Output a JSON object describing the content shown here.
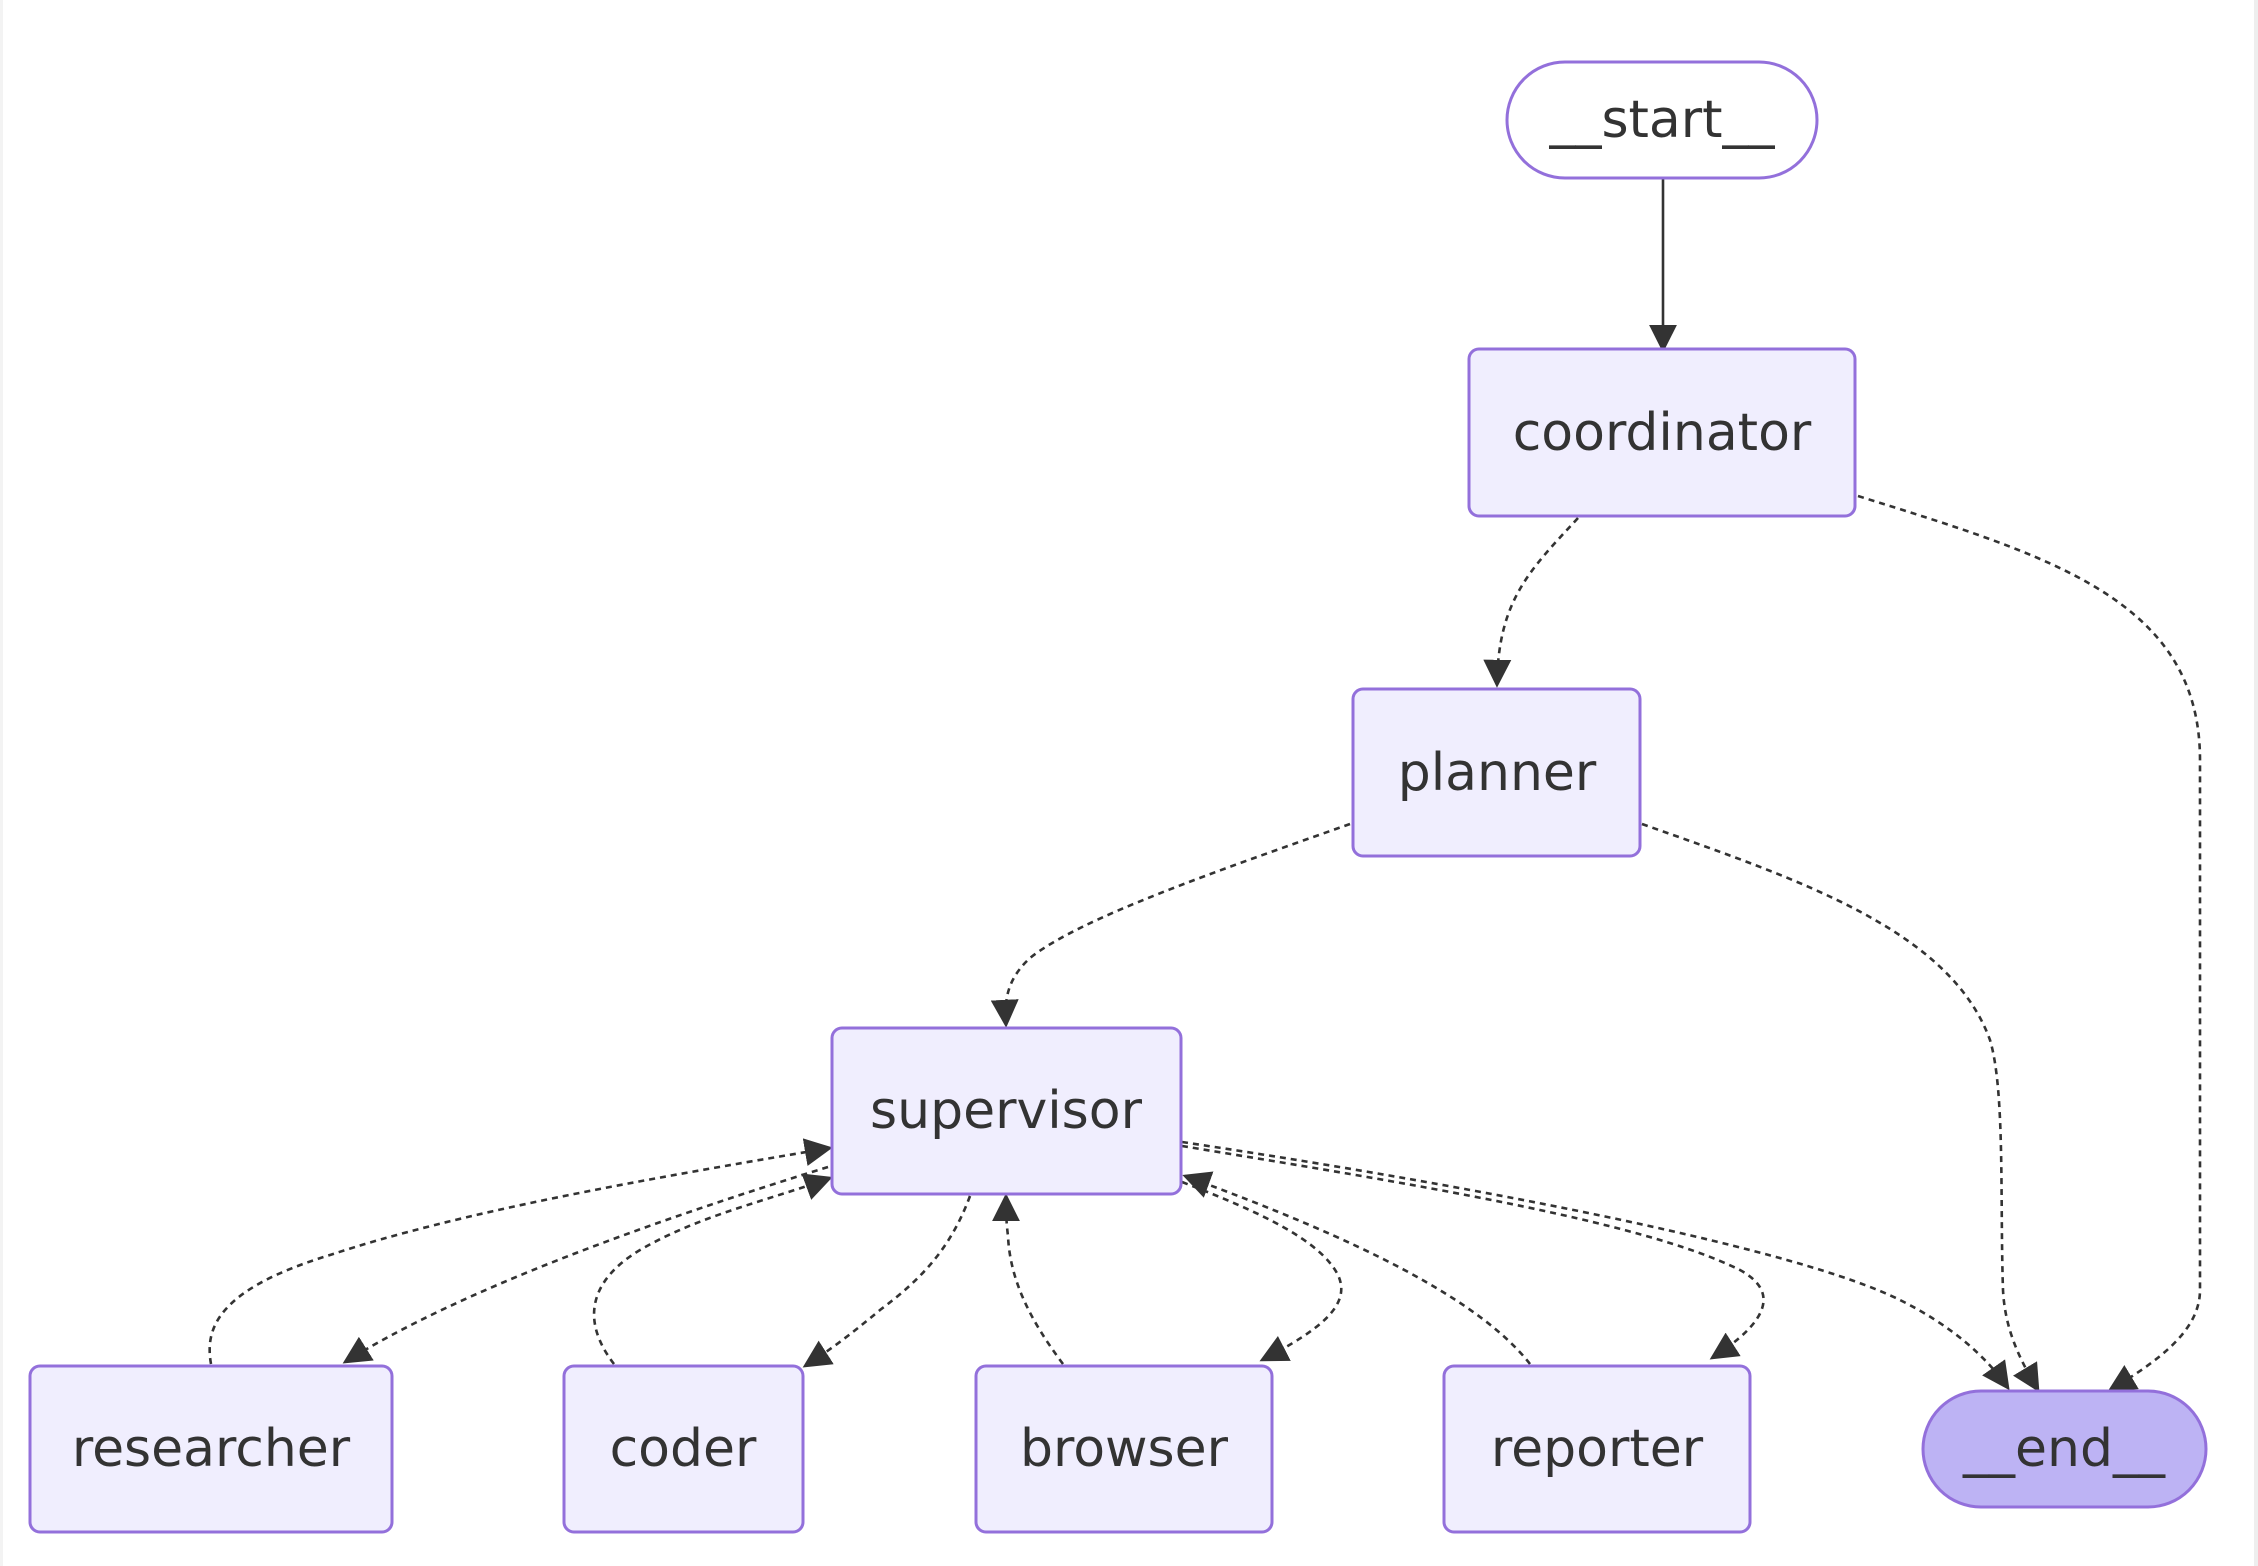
{
  "diagram": {
    "type": "flowchart",
    "colors": {
      "node_fill": "#f0eefe",
      "node_stroke": "#9370db",
      "end_fill": "#bdb3f4",
      "edge": "#333333",
      "text": "#333333"
    },
    "nodes": {
      "start": "__start__",
      "coordinator": "coordinator",
      "planner": "planner",
      "supervisor": "supervisor",
      "researcher": "researcher",
      "coder": "coder",
      "browser": "browser",
      "reporter": "reporter",
      "end": "__end__"
    },
    "edges": [
      {
        "from": "__start__",
        "to": "coordinator",
        "style": "solid"
      },
      {
        "from": "coordinator",
        "to": "planner",
        "style": "dotted"
      },
      {
        "from": "coordinator",
        "to": "__end__",
        "style": "dotted"
      },
      {
        "from": "planner",
        "to": "supervisor",
        "style": "dotted"
      },
      {
        "from": "planner",
        "to": "__end__",
        "style": "dotted"
      },
      {
        "from": "supervisor",
        "to": "researcher",
        "style": "dotted"
      },
      {
        "from": "supervisor",
        "to": "coder",
        "style": "dotted"
      },
      {
        "from": "supervisor",
        "to": "browser",
        "style": "dotted"
      },
      {
        "from": "supervisor",
        "to": "reporter",
        "style": "dotted"
      },
      {
        "from": "supervisor",
        "to": "__end__",
        "style": "dotted"
      },
      {
        "from": "researcher",
        "to": "supervisor",
        "style": "dotted"
      },
      {
        "from": "coder",
        "to": "supervisor",
        "style": "dotted"
      },
      {
        "from": "browser",
        "to": "supervisor",
        "style": "dotted"
      },
      {
        "from": "reporter",
        "to": "supervisor",
        "style": "dotted"
      }
    ]
  }
}
